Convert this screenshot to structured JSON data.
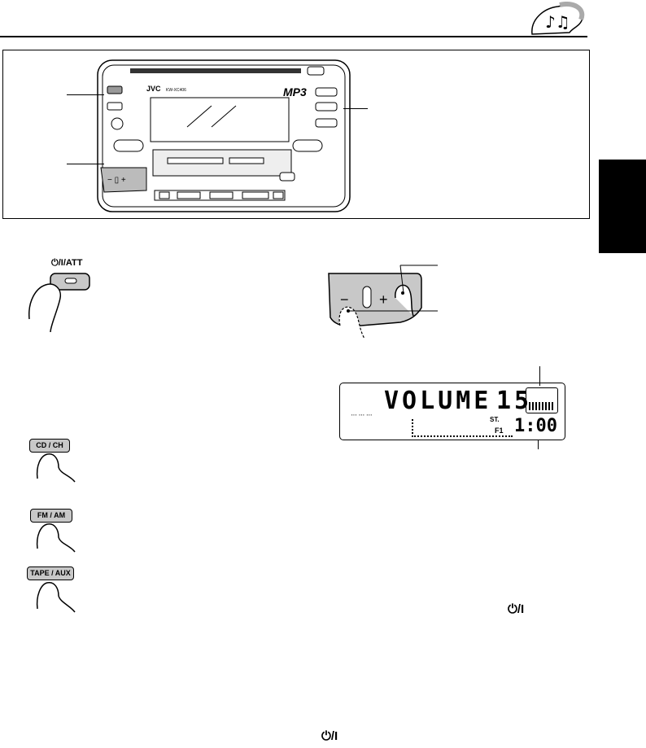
{
  "header": {
    "icon": "music-notes-icon"
  },
  "controls": {
    "power_label": "⏻/I/ATT",
    "cd_label": "CD / CH",
    "fm_label": "FM / AM",
    "tape_label": "TAPE / AUX",
    "minus": "−",
    "plus": "+"
  },
  "display": {
    "main_text": "VOLUME",
    "volume_level": "15",
    "clock": "1:00",
    "st": "ST.",
    "f1": "F1",
    "level_fill": 0.5
  },
  "faceplate": {
    "brand": "JVC",
    "model": "KW-XC406",
    "mp3": "MP3"
  },
  "notes": {
    "power_symbol_mid": "⏻/I",
    "power_symbol_bottom": "⏻/I"
  },
  "colors": {
    "button_gray": "#c8c8c8",
    "tab_black": "#000000"
  }
}
